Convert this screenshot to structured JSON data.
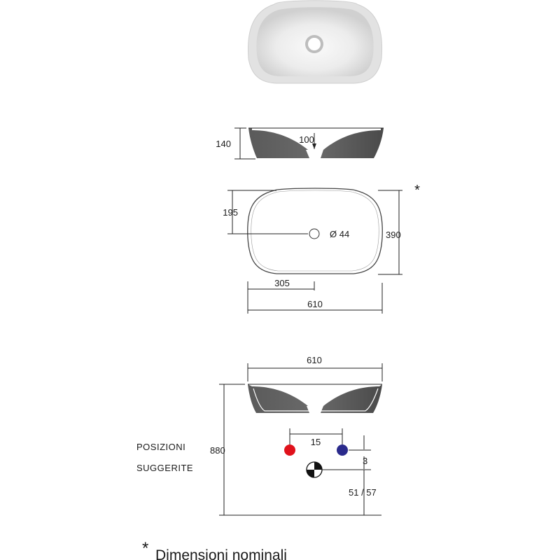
{
  "views": {
    "side": {
      "height_total": "140",
      "depth": "100"
    },
    "plan": {
      "half_depth": "195",
      "depth": "390",
      "hole": "Ø 44",
      "half_width": "305",
      "width": "610",
      "asterisk": "*"
    },
    "install": {
      "width": "610",
      "height": "880",
      "tap_spacing": "15",
      "offset": "3",
      "drain_height": "51 / 57"
    }
  },
  "labels": {
    "suggested_line1": "POSIZIONI",
    "suggested_line2": "SUGGERITE",
    "footnote_star": "*",
    "footnote_text": "Dimensioni nominali"
  },
  "colors": {
    "hot": "#e0111b",
    "cold": "#2a2a8c",
    "basin_section": "#555555"
  }
}
